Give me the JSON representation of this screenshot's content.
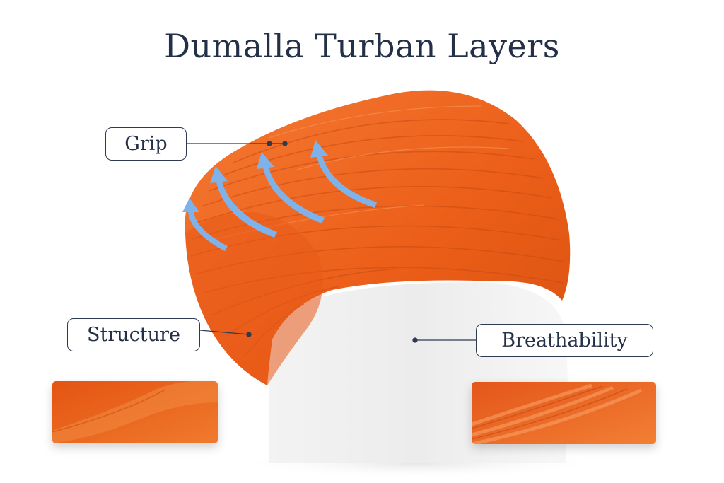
{
  "title": "Dumalla Turban Layers",
  "labels": {
    "grip": "Grip",
    "structure": "Structure",
    "breathability": "Breathability"
  },
  "colors": {
    "turban": "#ec5f1a",
    "turban_dark": "#c94a12",
    "turban_light": "#f47a33",
    "arrow": "#7fb2e8",
    "mannequin": "#eeeeee",
    "text": "#243047",
    "line": "#2e3a52"
  },
  "icons": {
    "arrows": "upward-curved-airflow-arrow"
  }
}
